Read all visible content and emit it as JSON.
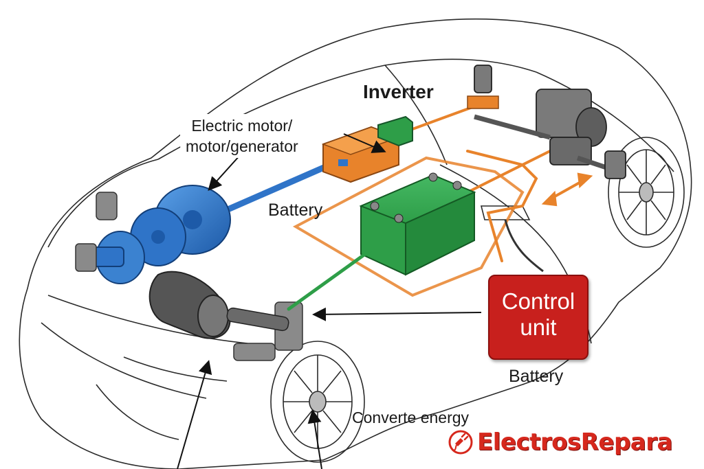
{
  "labels": {
    "motor_line1": "Electric motor/",
    "motor_line2": "motor/generator",
    "inverter": "Inverter",
    "battery_top": "Battery",
    "control_unit": "Control unit",
    "battery_bottom": "Battery",
    "converte_energy": "Converte energy"
  },
  "brand": {
    "name": "ElectrosRepara",
    "icon": "plug-icon"
  },
  "colors": {
    "motor": "#2f74c8",
    "inverter": "#e8832b",
    "battery": "#2e9e48",
    "control_unit": "#c8201d",
    "wiring": "#e8832b",
    "brand": "#d6281d"
  }
}
